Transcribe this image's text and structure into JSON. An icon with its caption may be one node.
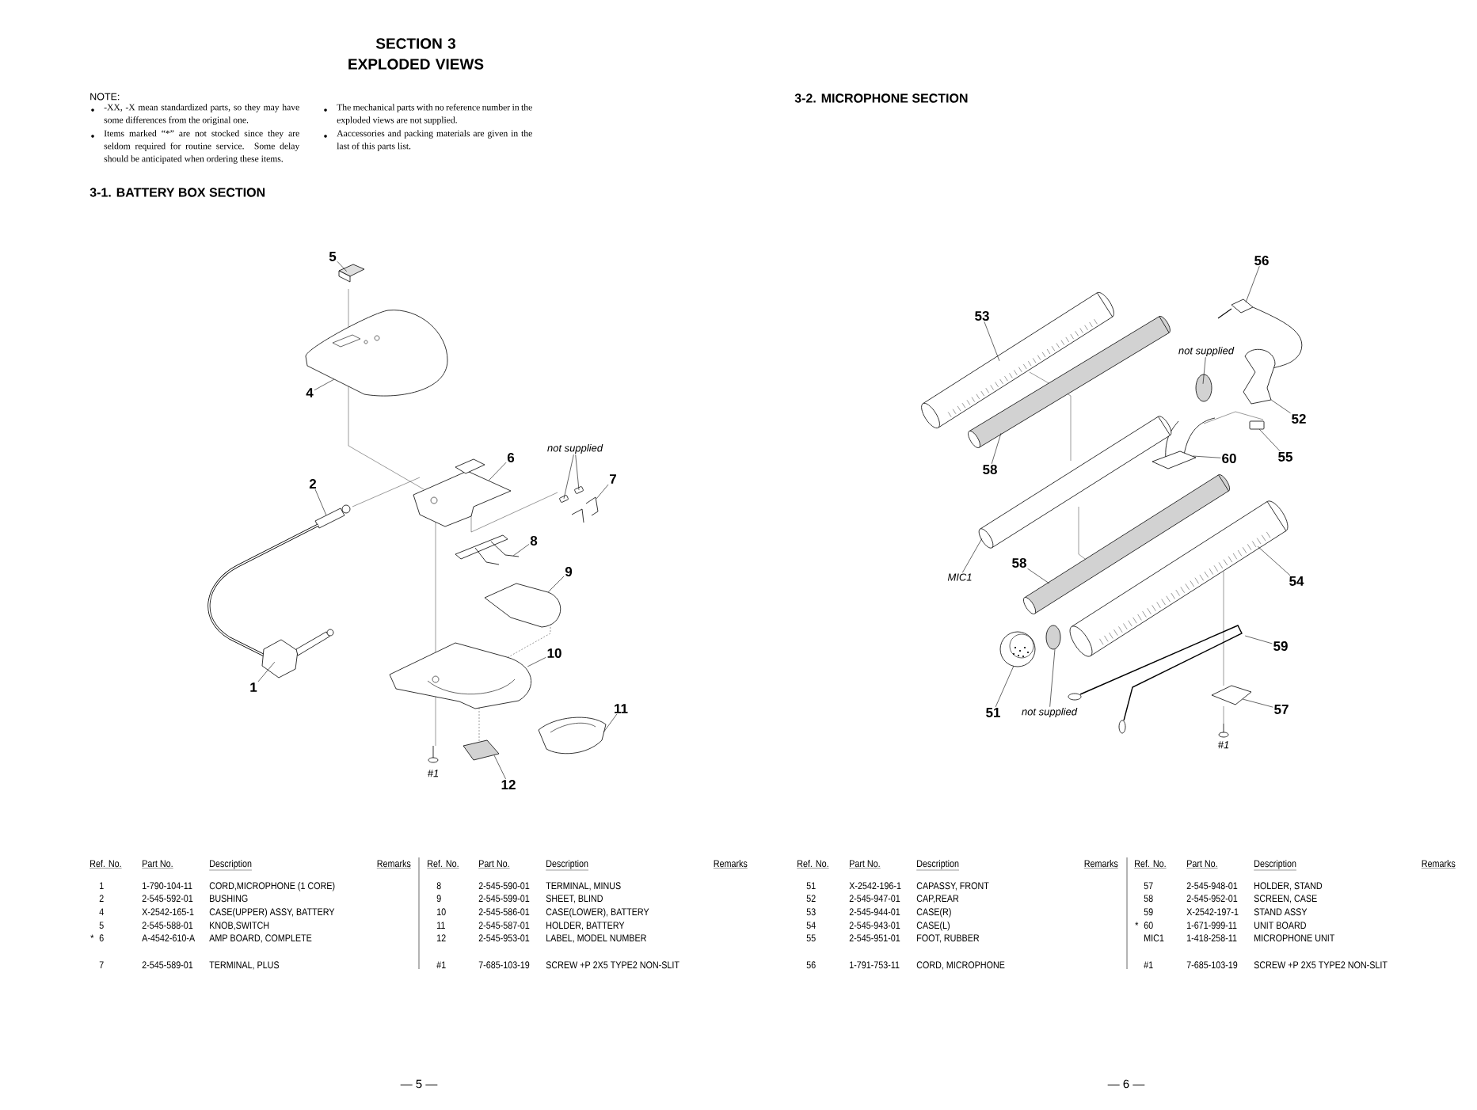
{
  "diagram": {
    "title": "SECTION 3 EXPLODED VIEWS",
    "nodes": [
      {
        "text": [
          "5"
        ]
      },
      {
        "text": [
          "4"
        ]
      },
      {
        "text": [
          "2"
        ]
      },
      {
        "text": [
          "not supplied"
        ]
      },
      {
        "text": [
          "6"
        ]
      },
      {
        "text": [
          "7"
        ]
      },
      {
        "text": [
          "8"
        ]
      },
      {
        "text": [
          "9"
        ]
      },
      {
        "text": [
          "10"
        ]
      },
      {
        "text": [
          "1"
        ]
      },
      {
        "text": [
          "11"
        ]
      },
      {
        "text": [
          "12"
        ]
      },
      {
        "text": [
          "56"
        ]
      },
      {
        "text": [
          "53"
        ]
      },
      {
        "text": [
          "not supplied"
        ]
      },
      {
        "text": [
          "52"
        ]
      },
      {
        "text": [
          "55"
        ]
      },
      {
        "text": [
          "60"
        ]
      },
      {
        "text": [
          "58"
        ]
      },
      {
        "text": [
          "MIC1"
        ]
      },
      {
        "text": [
          "58"
        ]
      },
      {
        "text": [
          "54"
        ]
      },
      {
        "text": [
          "59"
        ]
      },
      {
        "text": [
          "57"
        ]
      },
      {
        "text": [
          "51"
        ]
      },
      {
        "text": [
          "not supplied"
        ]
      },
      {
        "text": [],
        "shape": "picture"
      },
      {
        "text": [],
        "shape": "picture"
      },
      {
        "text": [],
        "shape": "picture"
      },
      {
        "text": [],
        "shape": "box"
      },
      {
        "text": [],
        "shape": "box"
      },
      {
        "text": [],
        "shape": "picture"
      },
      {
        "text": [],
        "shape": "picture"
      },
      {
        "text": [],
        "shape": "picture"
      },
      {
        "text": [],
        "shape": "picture"
      },
      {
        "text": [],
        "shape": "picture"
      },
      {
        "text": [],
        "shape": "picture"
      },
      {
        "text": [],
        "shape": "picture"
      },
      {
        "text": [],
        "shape": "picture"
      },
      {
        "text": [],
        "shape": "picture"
      },
      {
        "text": [],
        "shape": "picture"
      },
      {
        "text": [],
        "shape": "circle"
      },
      {
        "text": [],
        "shape": "picture"
      },
      {
        "text": [],
        "shape": "box"
      },
      {
        "text": [],
        "shape": "picture"
      },
      {
        "text": [],
        "shape": "picture"
      },
      {
        "text": [],
        "shape": "picture"
      },
      {
        "text": [],
        "shape": "picture"
      },
      {
        "text": [],
        "shape": "picture"
      },
      {
        "text": [],
        "shape": "picture"
      },
      {
        "text": [],
        "shape": "picture"
      },
      {
        "text": [],
        "shape": "picture"
      },
      {
        "text": [],
        "shape": "circle"
      }
    ],
    "edges": [
      {
        "from": 0,
        "to": 26,
        "arrow": "none"
      },
      {
        "from": 1,
        "to": 27,
        "arrow": "none"
      },
      {
        "from": 2,
        "to": 28,
        "arrow": "none"
      },
      {
        "from": 3,
        "to": 29,
        "arrow": "none"
      },
      {
        "from": 3,
        "to": 30,
        "arrow": "none"
      },
      {
        "from": 4,
        "to": 31,
        "arrow": "none"
      },
      {
        "from": 5,
        "to": 32,
        "arrow": "none"
      },
      {
        "from": 6,
        "to": 33,
        "arrow": "none"
      },
      {
        "from": 7,
        "to": 34,
        "arrow": "none"
      },
      {
        "from": 8,
        "to": 35,
        "arrow": "none"
      },
      {
        "from": 9,
        "to": 36,
        "arrow": "none"
      },
      {
        "from": 10,
        "to": 37,
        "arrow": "none"
      },
      {
        "from": 11,
        "to": 38,
        "arrow": "none"
      },
      {
        "from": 12,
        "to": 39,
        "arrow": "none"
      },
      {
        "from": 13,
        "to": 40,
        "arrow": "none"
      },
      {
        "from": 14,
        "to": 41,
        "arrow": "none"
      },
      {
        "from": 15,
        "to": 42,
        "arrow": "none"
      },
      {
        "from": 16,
        "to": 43,
        "arrow": "none"
      },
      {
        "from": 17,
        "to": 44,
        "arrow": "none"
      },
      {
        "from": 18,
        "to": 45,
        "arrow": "none"
      },
      {
        "from": 19,
        "to": 46,
        "arrow": "none"
      },
      {
        "from": 20,
        "to": 47,
        "arrow": "none"
      },
      {
        "from": 21,
        "to": 48,
        "arrow": "none"
      },
      {
        "from": 22,
        "to": 49,
        "arrow": "none"
      },
      {
        "from": 23,
        "to": 50,
        "arrow": "none"
      },
      {
        "from": 24,
        "to": 51,
        "arrow": "none"
      },
      {
        "from": 25,
        "to": 52,
        "arrow": "none"
      }
    ],
    "labels": [
      "NOTE:",
      "-XX, -X mean standardized parts, so they may have some differences from the original one.",
      "Items marked “*” are not stocked since they are seldom required for routine service. Some delay should be anticipated when ordering these items.",
      "The mechanical parts with no reference number in the exploded views are not supplied.",
      "Aaccessories and packing materials are given in the last of this parts list.",
      "3-1. BATTERY BOX SECTION",
      "3-2. MICROPHONE SECTION",
      "#1",
      "#1",
      "Ref. No.",
      "Part No.",
      "Description",
      "Remarks",
      "1",
      "1-790-104-11",
      "CORD,MICROPHONE (1 CORE)",
      "2",
      "2-545-592-01",
      "BUSHING",
      "4",
      "X-2542-165-1",
      "CASE(UPPER) ASSY, BATTERY",
      "5",
      "2-545-588-01",
      "KNOB,SWITCH",
      "*",
      "6",
      "A-4542-610-A",
      "AMP BOARD, COMPLETE",
      "7",
      "2-545-589-01",
      "TERMINAL, PLUS",
      "Ref. No.",
      "Part No.",
      "Description",
      "Remarks",
      "8",
      "2-545-590-01",
      "TERMINAL, MINUS",
      "9",
      "2-545-599-01",
      "SHEET, BLIND",
      "10",
      "2-545-586-01",
      "CASE(LOWER), BATTERY",
      "11",
      "2-545-587-01",
      "HOLDER, BATTERY",
      "12",
      "2-545-953-01",
      "LABEL, MODEL NUMBER",
      "#1",
      "7-685-103-19",
      "SCREW +P 2X5 TYPE2 NON-SLIT",
      "Ref. No.",
      "Part No.",
      "Description",
      "Remarks",
      "51",
      "X-2542-196-1",
      "CAPASSY, FRONT",
      "52",
      "2-545-947-01",
      "CAP,REAR",
      "53",
      "2-545-944-01",
      "CASE(R)",
      "54",
      "2-545-943-01",
      "CASE(L)",
      "55",
      "2-545-951-01",
      "FOOT, RUBBER",
      "56",
      "1-791-753-11",
      "CORD, MICROPHONE",
      "Ref. No.",
      "Part No.",
      "Description",
      "Remarks",
      "57",
      "2-545-948-01",
      "HOLDER, STAND",
      "58",
      "2-545-952-01",
      "SCREEN, CASE",
      "59",
      "X-2542-197-1",
      "STAND ASSY",
      "*",
      "60",
      "1-671-999-11",
      "UNIT BOARD",
      "MIC1",
      "1-418-258-11",
      "MICROPHONE UNIT",
      "#1",
      "7-685-103-19",
      "SCREW +P 2X5 TYPE2 NON-SLIT",
      "— 5 —",
      "— 6 —"
    ]
  }
}
